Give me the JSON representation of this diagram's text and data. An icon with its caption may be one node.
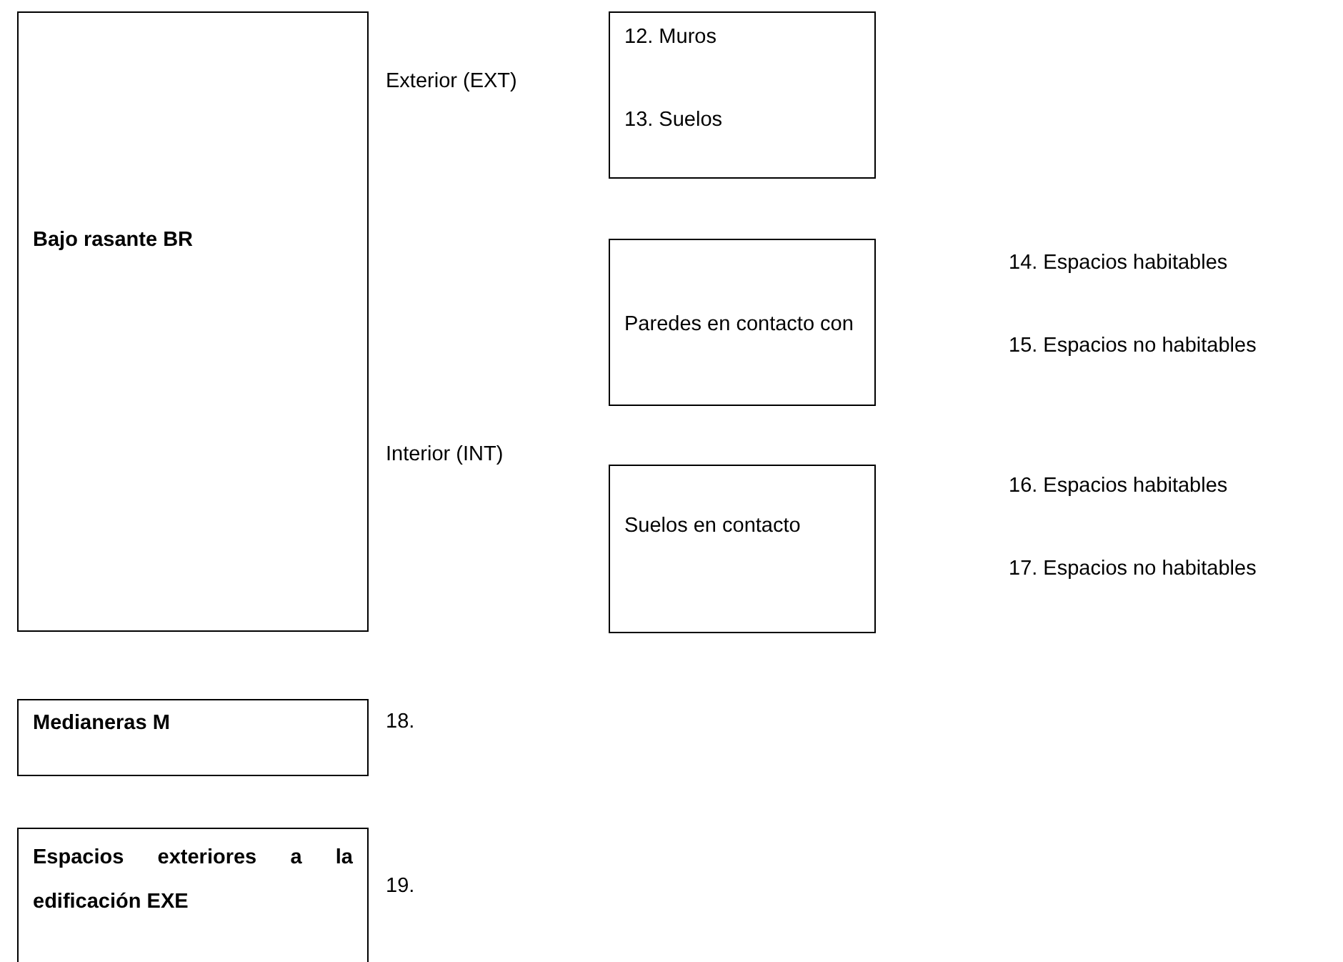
{
  "diagram": {
    "nodes": [
      {
        "text": [
          "Bajo rasante BR"
        ]
      },
      {
        "text": [
          "12. Muros",
          "13. Suelos"
        ]
      },
      {
        "text": [
          "Paredes en contacto con"
        ],
        "beside": [
          "14. Espacios habitables",
          "15. Espacios no habitables"
        ]
      },
      {
        "text": [
          "Suelos en contacto"
        ],
        "beside": [
          "16. Espacios habitables",
          "17. Espacios no habitables"
        ]
      },
      {
        "text": [
          "Medianeras M"
        ],
        "beside": [
          "18."
        ]
      },
      {
        "text": [
          "Espacios exteriores a la edificación EXE"
        ],
        "beside": [
          "19."
        ]
      }
    ],
    "labels": [
      "Exterior (EXT)",
      "Interior (INT)"
    ]
  }
}
